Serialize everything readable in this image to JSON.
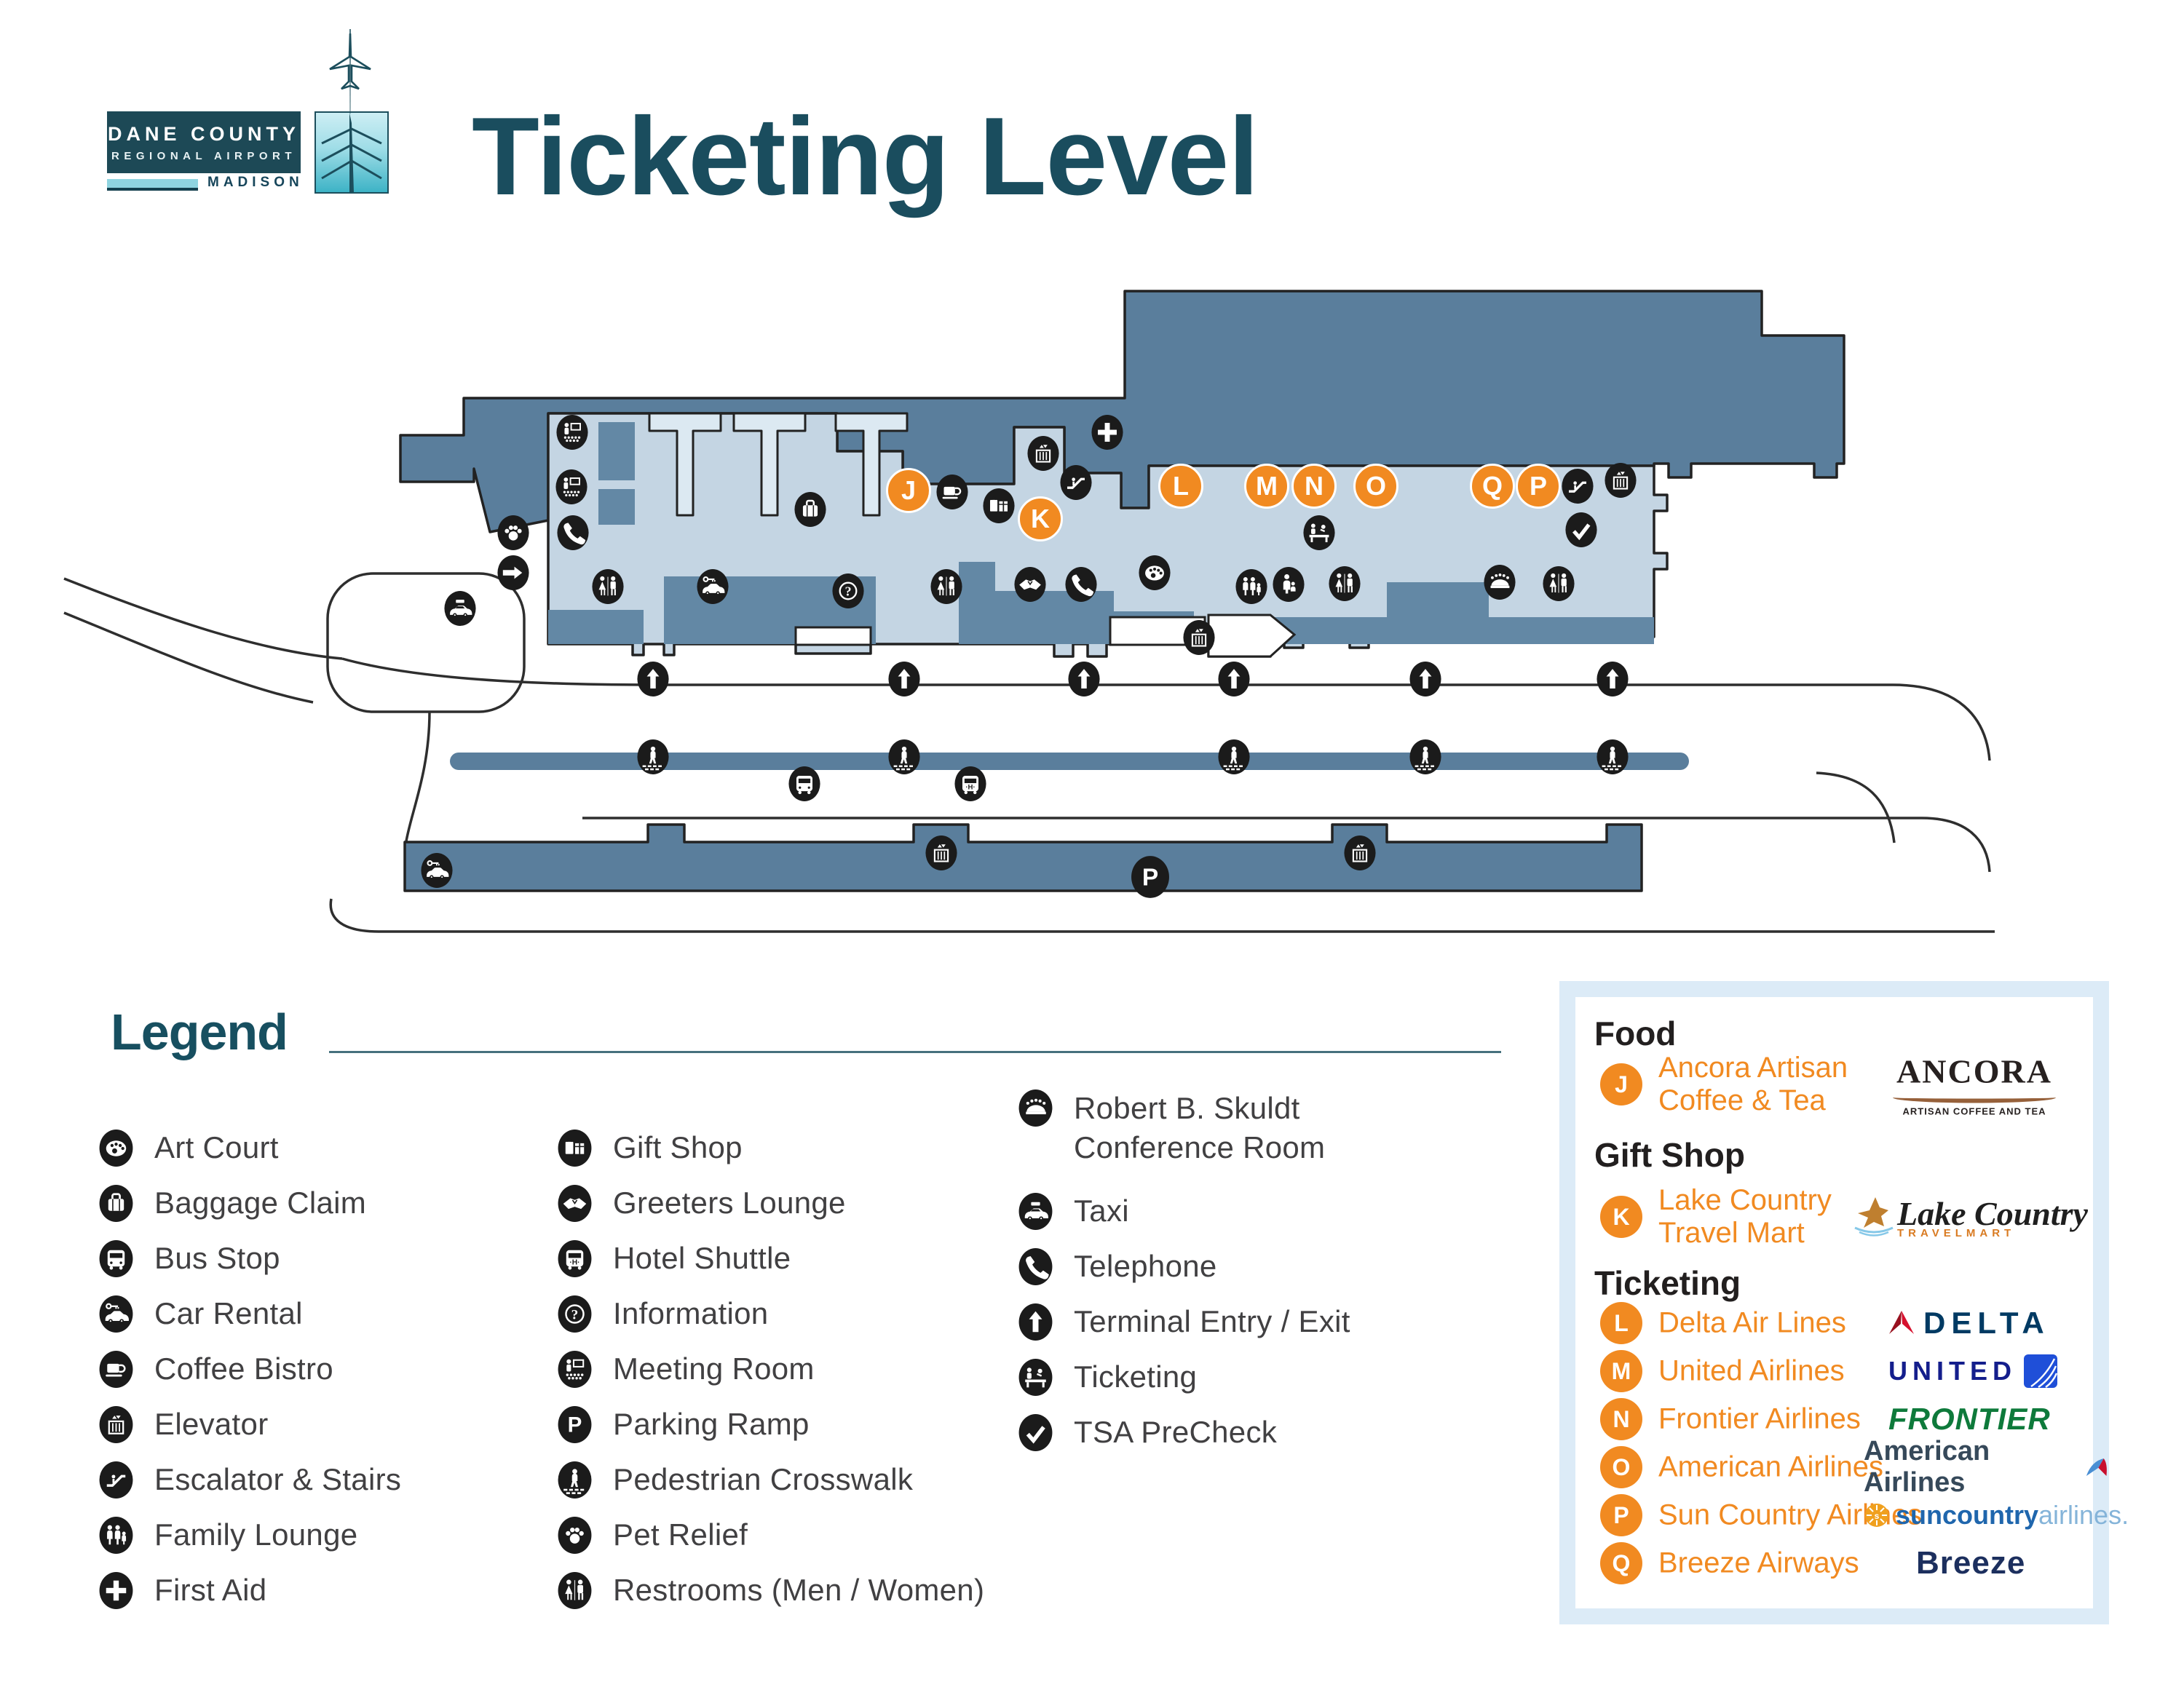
{
  "header": {
    "logo": {
      "line1": "DANE COUNTY",
      "line2": "REGIONAL AIRPORT",
      "city": "MADISON"
    },
    "title": "Ticketing Level"
  },
  "map": {
    "badges": [
      {
        "letter": "J"
      },
      {
        "letter": "K"
      },
      {
        "letter": "L"
      },
      {
        "letter": "M"
      },
      {
        "letter": "N"
      },
      {
        "letter": "O"
      },
      {
        "letter": "Q"
      },
      {
        "letter": "P"
      }
    ]
  },
  "legend": {
    "title": "Legend",
    "col1": [
      {
        "icon": "art-court-icon",
        "label": "Art Court"
      },
      {
        "icon": "baggage-claim-icon",
        "label": "Baggage Claim"
      },
      {
        "icon": "bus-stop-icon",
        "label": "Bus Stop"
      },
      {
        "icon": "car-rental-icon",
        "label": "Car Rental"
      },
      {
        "icon": "coffee-bistro-icon",
        "label": "Coffee Bistro"
      },
      {
        "icon": "elevator-icon",
        "label": "Elevator"
      },
      {
        "icon": "escalator-stairs-icon",
        "label": "Escalator & Stairs"
      },
      {
        "icon": "family-lounge-icon",
        "label": "Family Lounge"
      },
      {
        "icon": "first-aid-icon",
        "label": "First Aid"
      }
    ],
    "col2": [
      {
        "icon": "gift-shop-icon",
        "label": "Gift Shop"
      },
      {
        "icon": "greeters-lounge-icon",
        "label": "Greeters Lounge"
      },
      {
        "icon": "hotel-shuttle-icon",
        "label": "Hotel Shuttle"
      },
      {
        "icon": "information-icon",
        "label": "Information"
      },
      {
        "icon": "meeting-room-icon",
        "label": "Meeting Room"
      },
      {
        "icon": "parking-ramp-icon",
        "label": "Parking Ramp"
      },
      {
        "icon": "pedestrian-crosswalk-icon",
        "label": "Pedestrian Crosswalk"
      },
      {
        "icon": "pet-relief-icon",
        "label": "Pet Relief"
      },
      {
        "icon": "restrooms-icon",
        "label": "Restrooms (Men / Women)"
      }
    ],
    "col3": [
      {
        "icon": "conference-room-icon",
        "label": "Robert B. Skuldt Conference Room"
      },
      {
        "icon": "taxi-icon",
        "label": "Taxi"
      },
      {
        "icon": "telephone-icon",
        "label": "Telephone"
      },
      {
        "icon": "terminal-entry-icon",
        "label": "Terminal Entry / Exit"
      },
      {
        "icon": "ticketing-icon",
        "label": "Ticketing"
      },
      {
        "icon": "tsa-precheck-icon",
        "label": "TSA PreCheck"
      }
    ]
  },
  "panel": {
    "food_heading": "Food",
    "gift_heading": "Gift Shop",
    "ticketing_heading": "Ticketing",
    "food_item": {
      "letter": "J",
      "line1": "Ancora Artisan",
      "line2": "Coffee & Tea"
    },
    "gift_item": {
      "letter": "K",
      "line1": "Lake Country",
      "line2": "Travel Mart"
    },
    "ticketing_items": [
      {
        "letter": "L",
        "name": "Delta Air Lines"
      },
      {
        "letter": "M",
        "name": "United Airlines"
      },
      {
        "letter": "N",
        "name": "Frontier Airlines"
      },
      {
        "letter": "O",
        "name": "American Airlines"
      },
      {
        "letter": "P",
        "name": "Sun Country Airlines"
      },
      {
        "letter": "Q",
        "name": "Breeze Airways"
      }
    ],
    "logos": {
      "ancora_word": "Ancora",
      "ancora_sub": "ARTISAN COFFEE AND TEA",
      "lake_script": "Lake Country",
      "lake_sub": "TRAVELMART",
      "delta": "DELTA",
      "united": "UNITED",
      "frontier": "FRONTIER",
      "american": "American Airlines",
      "sun_word1": "suncountry",
      "sun_word2": "airlines.",
      "breeze": "Breeze"
    },
    "colors": {
      "accent_orange": "#F18A21",
      "map_dark": "#5A7E9C",
      "map_light": "#C4D5E3",
      "title_teal": "#1A4D5E"
    }
  }
}
